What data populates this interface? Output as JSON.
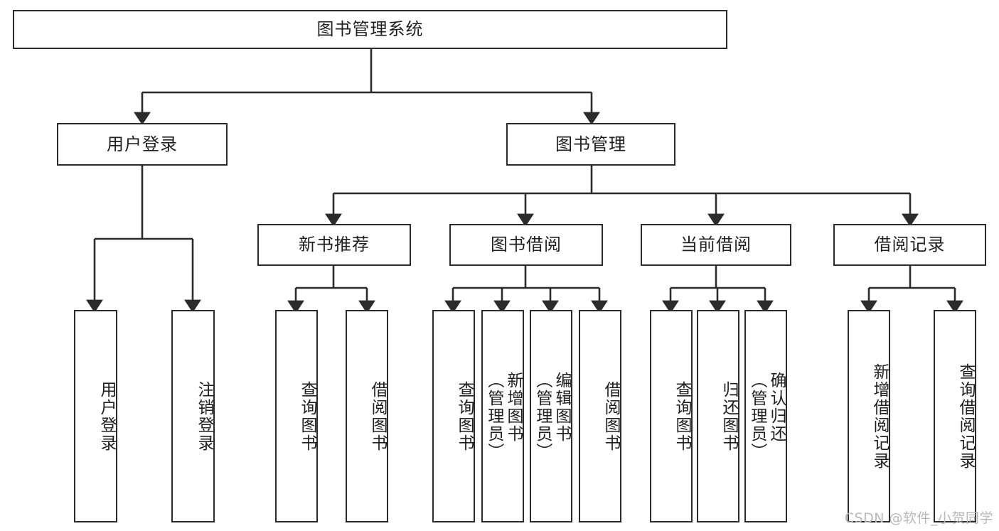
{
  "diagram": {
    "title": "图书管理系统",
    "type": "tree-hierarchy-diagram",
    "colors": {
      "box_border": "#2b2b2b",
      "box_fill": "#ffffff",
      "edge": "#2b2b2b",
      "text": "#1f1f1f",
      "watermark": "#b9b9b9",
      "background": "#ffffff"
    }
  },
  "root": {
    "label": "图书管理系统"
  },
  "level2": [
    {
      "label": "用户登录"
    },
    {
      "label": "图书管理"
    }
  ],
  "level3": [
    {
      "label": "新书推荐"
    },
    {
      "label": "图书借阅"
    },
    {
      "label": "当前借阅"
    },
    {
      "label": "借阅记录"
    }
  ],
  "leaves": {
    "user_login": [
      {
        "label": "用户登录"
      },
      {
        "label": "注销登录"
      }
    ],
    "new_book_recommend": [
      {
        "label": "查询图书"
      },
      {
        "label": "借阅图书"
      }
    ],
    "book_borrow": [
      {
        "label": "查询图书"
      },
      {
        "label": "新增图书\n（管理员）"
      },
      {
        "label": "编辑图书\n（管理员）"
      },
      {
        "label": "借阅图书"
      }
    ],
    "current_borrow": [
      {
        "label": "查询图书"
      },
      {
        "label": "归还图书"
      },
      {
        "label": "确认归还\n（管理员）"
      }
    ],
    "borrow_record": [
      {
        "label": "新增借阅记录"
      },
      {
        "label": "查询借阅记录"
      }
    ]
  },
  "watermark": {
    "text": "CSDN @软件_小贺同学"
  }
}
